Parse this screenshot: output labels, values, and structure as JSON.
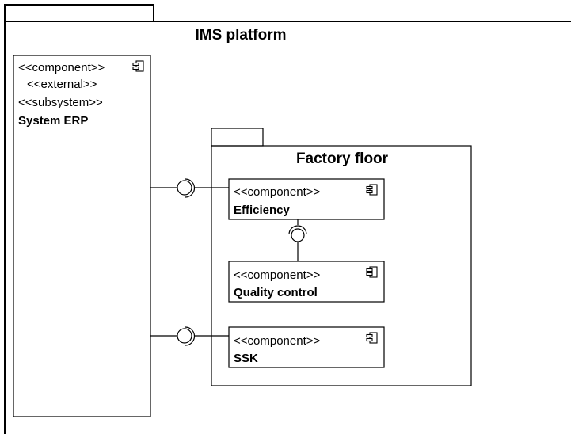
{
  "package": {
    "title": "IMS platform"
  },
  "erp": {
    "stereotypes": [
      "<<component>>",
      "<<external>>",
      "<<subsystem>>"
    ],
    "name": "System ERP"
  },
  "factory": {
    "title": "Factory floor",
    "components": [
      {
        "stereotype": "<<component>>",
        "name": "Efficiency"
      },
      {
        "stereotype": "<<component>>",
        "name": "Quality control"
      },
      {
        "stereotype": "<<component>>",
        "name": "SSK"
      }
    ]
  },
  "icons": {
    "component": "component-icon",
    "provided_interface": "lollipop-icon",
    "required_interface": "socket-icon"
  },
  "colors": {
    "line": "#000000",
    "background": "#ffffff"
  }
}
